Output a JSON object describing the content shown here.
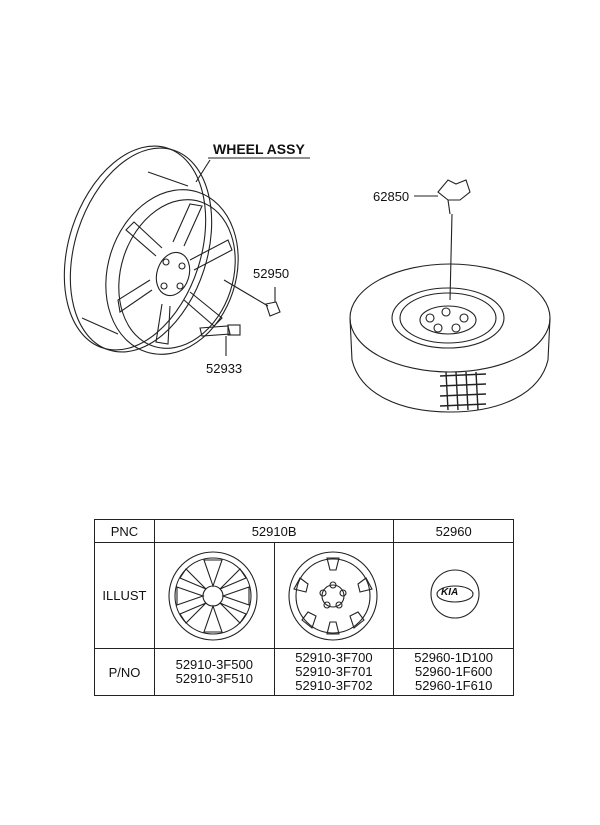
{
  "diagram": {
    "title": "WHEEL ASSY",
    "callouts": {
      "lug_nut": "52950",
      "valve": "52933",
      "center_cap": "62850"
    }
  },
  "table": {
    "header": {
      "label": "PNC",
      "col1": "52910B",
      "col2": "52960"
    },
    "illust_label": "ILLUST",
    "pno_label": "P/NO",
    "col1_a_parts": [
      "52910-3F500",
      "52910-3F510"
    ],
    "col1_b_parts": [
      "52910-3F700",
      "52910-3F701",
      "52910-3F702"
    ],
    "col2_parts": [
      "52960-1D100",
      "52960-1F600",
      "52960-1F610"
    ],
    "cap_logo": "KIA"
  }
}
